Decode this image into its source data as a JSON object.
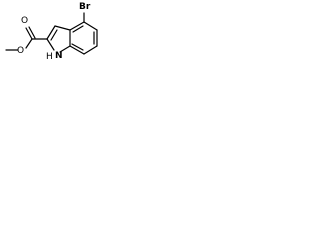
{
  "structure": {
    "labels": {
      "bromine": "Br",
      "ring_nitrogen": "H",
      "ring_nitrogen_symbol": "N",
      "carbonyl_oxygen": "O",
      "ester_oxygen": "O"
    },
    "colors": {
      "bond": "#000000",
      "text": "#000000",
      "background": "#ffffff"
    }
  }
}
